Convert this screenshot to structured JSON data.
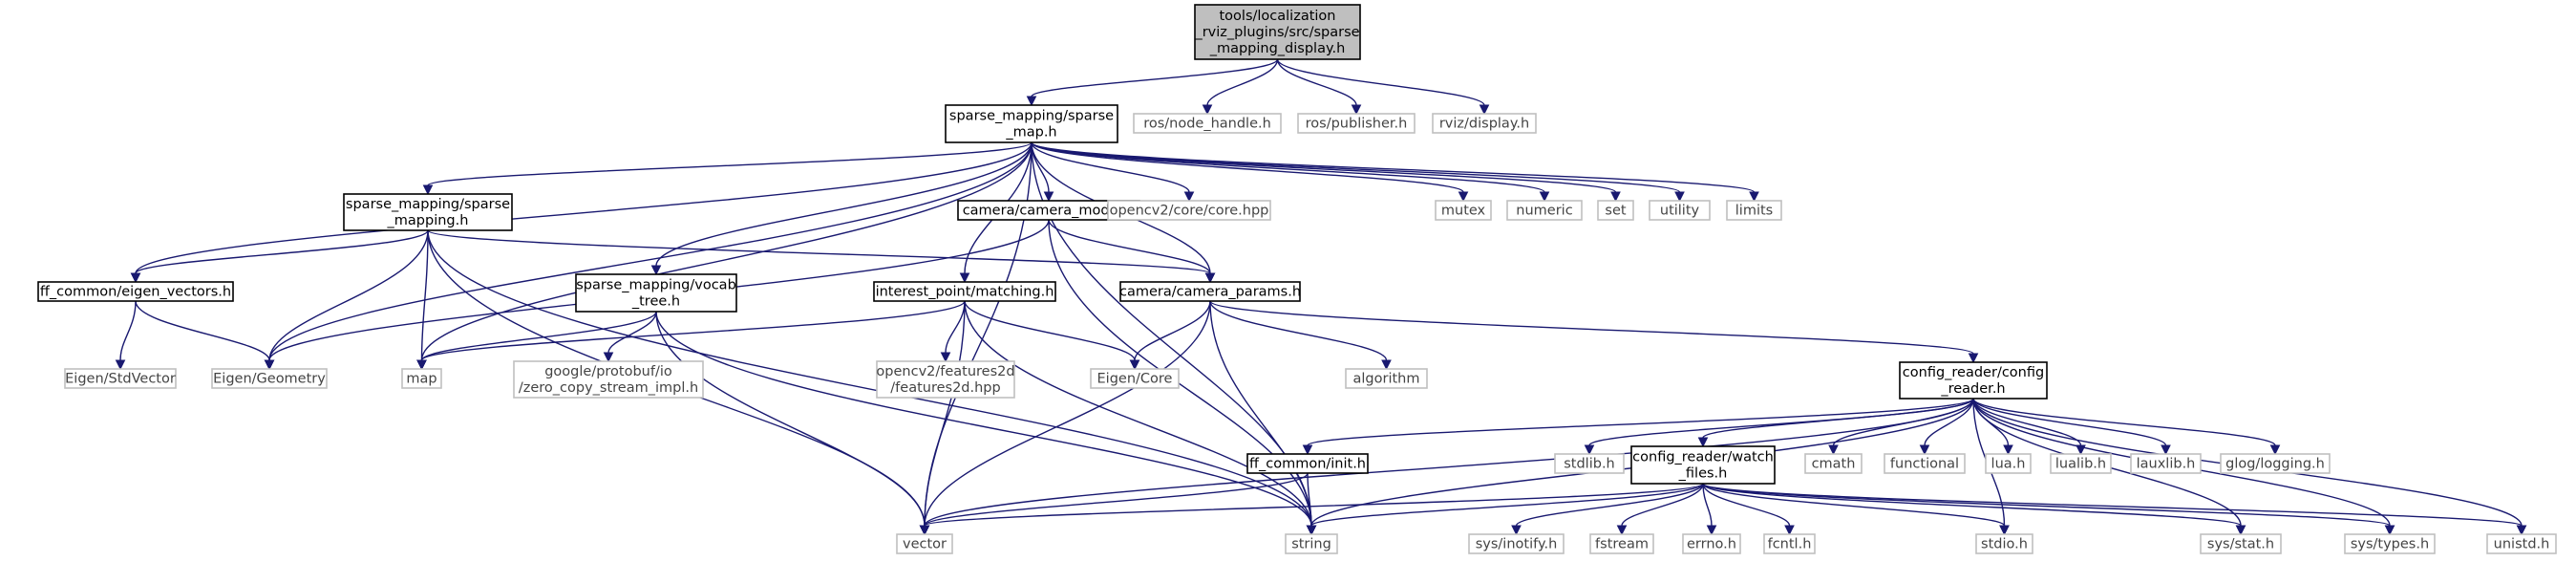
{
  "graph": {
    "colors": {
      "edge": "#191970",
      "root_fill": "#bfbfbf",
      "border_project": "#000000",
      "border_external": "#bfbfbf"
    },
    "nodes": [
      {
        "id": "root",
        "kind": "root",
        "lines": [
          "tools/localization",
          "_rviz_plugins/src/sparse",
          "_mapping_display.h"
        ]
      },
      {
        "id": "sparse_map",
        "kind": "main",
        "lines": [
          "sparse_mapping/sparse",
          "_map.h"
        ]
      },
      {
        "id": "node_handle",
        "kind": "ext",
        "lines": [
          "ros/node_handle.h"
        ]
      },
      {
        "id": "publisher",
        "kind": "ext",
        "lines": [
          "ros/publisher.h"
        ]
      },
      {
        "id": "display",
        "kind": "ext",
        "lines": [
          "rviz/display.h"
        ]
      },
      {
        "id": "sparse_mapping",
        "kind": "main",
        "lines": [
          "sparse_mapping/sparse",
          "_mapping.h"
        ]
      },
      {
        "id": "camera_model",
        "kind": "main",
        "lines": [
          "camera/camera_model.h"
        ]
      },
      {
        "id": "opencv_core",
        "kind": "ext",
        "lines": [
          "opencv2/core/core.hpp"
        ]
      },
      {
        "id": "mutex",
        "kind": "ext",
        "lines": [
          "mutex"
        ]
      },
      {
        "id": "numeric",
        "kind": "ext",
        "lines": [
          "numeric"
        ]
      },
      {
        "id": "set",
        "kind": "ext",
        "lines": [
          "set"
        ]
      },
      {
        "id": "utility",
        "kind": "ext",
        "lines": [
          "utility"
        ]
      },
      {
        "id": "limits",
        "kind": "ext",
        "lines": [
          "limits"
        ]
      },
      {
        "id": "eigen_vectors",
        "kind": "main",
        "lines": [
          "ff_common/eigen_vectors.h"
        ]
      },
      {
        "id": "vocab_tree",
        "kind": "main",
        "lines": [
          "sparse_mapping/vocab",
          "_tree.h"
        ]
      },
      {
        "id": "matching",
        "kind": "main",
        "lines": [
          "interest_point/matching.h"
        ]
      },
      {
        "id": "camera_params",
        "kind": "main",
        "lines": [
          "camera/camera_params.h"
        ]
      },
      {
        "id": "eigen_stdvector",
        "kind": "ext",
        "lines": [
          "Eigen/StdVector"
        ]
      },
      {
        "id": "eigen_geometry",
        "kind": "ext",
        "lines": [
          "Eigen/Geometry"
        ]
      },
      {
        "id": "map",
        "kind": "ext",
        "lines": [
          "map"
        ]
      },
      {
        "id": "protobuf",
        "kind": "ext",
        "lines": [
          "google/protobuf/io",
          "/zero_copy_stream_impl.h"
        ]
      },
      {
        "id": "features2d",
        "kind": "ext",
        "lines": [
          "opencv2/features2d",
          "/features2d.hpp"
        ]
      },
      {
        "id": "eigen_core",
        "kind": "ext",
        "lines": [
          "Eigen/Core"
        ]
      },
      {
        "id": "algorithm",
        "kind": "ext",
        "lines": [
          "algorithm"
        ]
      },
      {
        "id": "config_reader",
        "kind": "main",
        "lines": [
          "config_reader/config",
          "_reader.h"
        ]
      },
      {
        "id": "stdlib",
        "kind": "ext",
        "lines": [
          "stdlib.h"
        ]
      },
      {
        "id": "ff_init",
        "kind": "main",
        "lines": [
          "ff_common/init.h"
        ]
      },
      {
        "id": "watch_files",
        "kind": "main",
        "lines": [
          "config_reader/watch",
          "_files.h"
        ]
      },
      {
        "id": "cmath",
        "kind": "ext",
        "lines": [
          "cmath"
        ]
      },
      {
        "id": "functional",
        "kind": "ext",
        "lines": [
          "functional"
        ]
      },
      {
        "id": "lua",
        "kind": "ext",
        "lines": [
          "lua.h"
        ]
      },
      {
        "id": "lualib",
        "kind": "ext",
        "lines": [
          "lualib.h"
        ]
      },
      {
        "id": "lauxlib",
        "kind": "ext",
        "lines": [
          "lauxlib.h"
        ]
      },
      {
        "id": "glog",
        "kind": "ext",
        "lines": [
          "glog/logging.h"
        ]
      },
      {
        "id": "vector",
        "kind": "ext",
        "lines": [
          "vector"
        ]
      },
      {
        "id": "string",
        "kind": "ext",
        "lines": [
          "string"
        ]
      },
      {
        "id": "inotify",
        "kind": "ext",
        "lines": [
          "sys/inotify.h"
        ]
      },
      {
        "id": "fstream",
        "kind": "ext",
        "lines": [
          "fstream"
        ]
      },
      {
        "id": "errno",
        "kind": "ext",
        "lines": [
          "errno.h"
        ]
      },
      {
        "id": "fcntl",
        "kind": "ext",
        "lines": [
          "fcntl.h"
        ]
      },
      {
        "id": "stdio",
        "kind": "ext",
        "lines": [
          "stdio.h"
        ]
      },
      {
        "id": "sys_stat",
        "kind": "ext",
        "lines": [
          "sys/stat.h"
        ]
      },
      {
        "id": "sys_types",
        "kind": "ext",
        "lines": [
          "sys/types.h"
        ]
      },
      {
        "id": "unistd",
        "kind": "ext",
        "lines": [
          "unistd.h"
        ]
      }
    ],
    "edges": [
      [
        "root",
        "sparse_map"
      ],
      [
        "root",
        "node_handle"
      ],
      [
        "root",
        "publisher"
      ],
      [
        "root",
        "display"
      ],
      [
        "sparse_map",
        "eigen_vectors"
      ],
      [
        "sparse_map",
        "sparse_mapping"
      ],
      [
        "sparse_map",
        "eigen_geometry"
      ],
      [
        "sparse_map",
        "vector"
      ],
      [
        "sparse_map",
        "map"
      ],
      [
        "sparse_map",
        "vocab_tree"
      ],
      [
        "sparse_map",
        "matching"
      ],
      [
        "sparse_map",
        "string"
      ],
      [
        "sparse_map",
        "camera_model"
      ],
      [
        "sparse_map",
        "camera_params"
      ],
      [
        "sparse_map",
        "opencv_core"
      ],
      [
        "sparse_map",
        "mutex"
      ],
      [
        "sparse_map",
        "numeric"
      ],
      [
        "sparse_map",
        "set"
      ],
      [
        "sparse_map",
        "utility"
      ],
      [
        "sparse_map",
        "limits"
      ],
      [
        "sparse_mapping",
        "eigen_vectors"
      ],
      [
        "sparse_mapping",
        "eigen_geometry"
      ],
      [
        "sparse_mapping",
        "map"
      ],
      [
        "sparse_mapping",
        "vector"
      ],
      [
        "sparse_mapping",
        "string"
      ],
      [
        "sparse_mapping",
        "camera_params"
      ],
      [
        "camera_model",
        "eigen_geometry"
      ],
      [
        "camera_model",
        "camera_params"
      ],
      [
        "camera_model",
        "string"
      ],
      [
        "eigen_vectors",
        "eigen_stdvector"
      ],
      [
        "eigen_vectors",
        "eigen_geometry"
      ],
      [
        "vocab_tree",
        "map"
      ],
      [
        "vocab_tree",
        "protobuf"
      ],
      [
        "vocab_tree",
        "vector"
      ],
      [
        "vocab_tree",
        "string"
      ],
      [
        "matching",
        "map"
      ],
      [
        "matching",
        "features2d"
      ],
      [
        "matching",
        "eigen_core"
      ],
      [
        "matching",
        "vector"
      ],
      [
        "matching",
        "string"
      ],
      [
        "camera_params",
        "eigen_core"
      ],
      [
        "camera_params",
        "algorithm"
      ],
      [
        "camera_params",
        "config_reader"
      ],
      [
        "camera_params",
        "vector"
      ],
      [
        "camera_params",
        "string"
      ],
      [
        "config_reader",
        "vector"
      ],
      [
        "config_reader",
        "stdlib"
      ],
      [
        "config_reader",
        "ff_init"
      ],
      [
        "config_reader",
        "watch_files"
      ],
      [
        "config_reader",
        "cmath"
      ],
      [
        "config_reader",
        "functional"
      ],
      [
        "config_reader",
        "lua"
      ],
      [
        "config_reader",
        "lualib"
      ],
      [
        "config_reader",
        "lauxlib"
      ],
      [
        "config_reader",
        "glog"
      ],
      [
        "config_reader",
        "string"
      ],
      [
        "config_reader",
        "stdio"
      ],
      [
        "config_reader",
        "sys_stat"
      ],
      [
        "config_reader",
        "sys_types"
      ],
      [
        "config_reader",
        "unistd"
      ],
      [
        "ff_init",
        "vector"
      ],
      [
        "ff_init",
        "string"
      ],
      [
        "watch_files",
        "vector"
      ],
      [
        "watch_files",
        "string"
      ],
      [
        "watch_files",
        "inotify"
      ],
      [
        "watch_files",
        "fstream"
      ],
      [
        "watch_files",
        "errno"
      ],
      [
        "watch_files",
        "fcntl"
      ],
      [
        "watch_files",
        "stdio"
      ],
      [
        "watch_files",
        "sys_stat"
      ],
      [
        "watch_files",
        "sys_types"
      ],
      [
        "watch_files",
        "unistd"
      ]
    ]
  }
}
